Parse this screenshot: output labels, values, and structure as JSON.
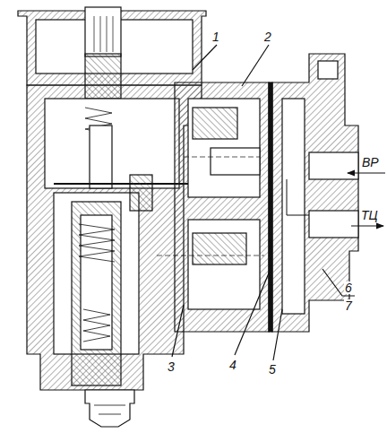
{
  "diagram": {
    "labels": [
      "1",
      "2",
      "3",
      "4",
      "5",
      "6",
      "7",
      "ВР",
      "ТЦ"
    ]
  }
}
